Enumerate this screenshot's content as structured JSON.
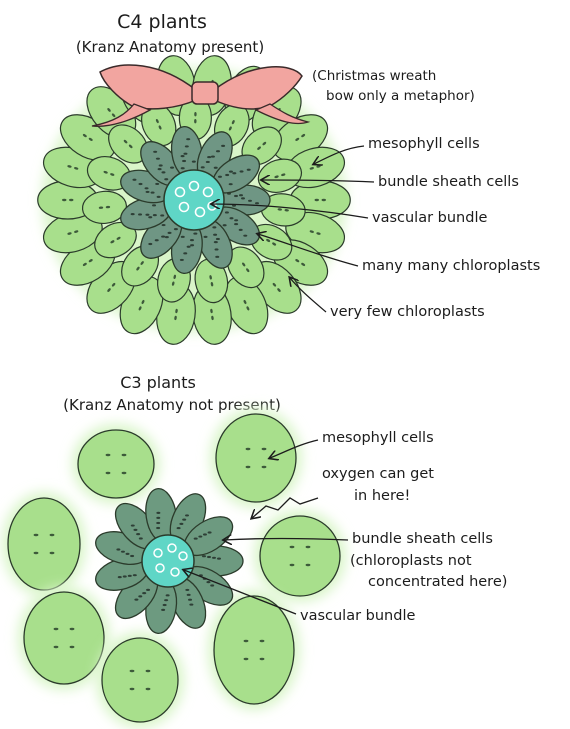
{
  "c4": {
    "title": "C4 plants",
    "subtitle": "(Kranz Anatomy present)",
    "bow_note_line1": "(Christmas wreath",
    "bow_note_line2": "bow only a metaphor)",
    "labels": {
      "mesophyll": "mesophyll cells",
      "bundle_sheath": "bundle sheath cells",
      "vascular": "vascular bundle",
      "many_chloroplasts": "many many chloroplasts",
      "few_chloroplasts": "very few chloroplasts"
    }
  },
  "c3": {
    "title": "C3 plants",
    "subtitle": "(Kranz Anatomy not present)",
    "labels": {
      "mesophyll": "mesophyll cells",
      "oxygen_line1": "oxygen can get",
      "oxygen_line2": "in here!",
      "bundle_sheath": "bundle sheath cells",
      "note_line1": "(chloroplasts not",
      "note_line2": "concentrated here)",
      "vascular": "vascular bundle"
    }
  },
  "colors": {
    "mesophyll_fill": "#a8df8c",
    "mesophyll_glow": "#d9f5c9",
    "sheath_c4": "#6f9684",
    "sheath_c3": "#6d9a80",
    "vascular_fill": "#5fd6c6",
    "bow_fill": "#f2a5a0",
    "outline": "#2b3b2b"
  }
}
